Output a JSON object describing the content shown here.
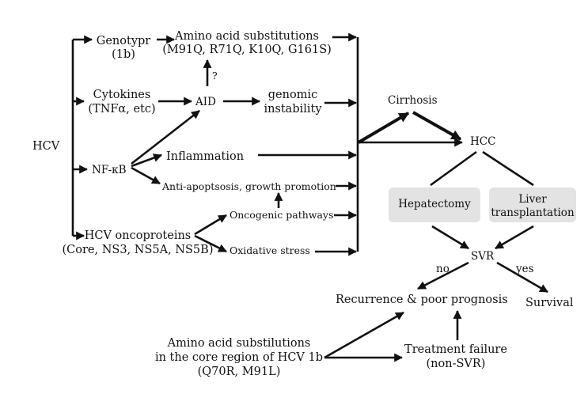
{
  "diagram": {
    "hcv": "HCV",
    "genotype": [
      "Genotypr",
      "(1b)"
    ],
    "amino_acid_subs": [
      "Amino acid substitutions",
      "(M91Q, R71Q, K10Q, G161S)"
    ],
    "question_mark": "?",
    "cytokines": [
      "Cytokines",
      "(TNFα, etc)"
    ],
    "aid": "AID",
    "genomic_instability": [
      "genomic",
      "instability"
    ],
    "nfkb": "NF-κB",
    "inflammation": "Inflammation",
    "anti_apoptosis": "Anti-apoptsosis, growth promotion",
    "oncogenic_pathways": "Oncogenic pathways",
    "hcv_oncoproteins": [
      "HCV oncoproteins",
      "(Core, NS3, NS5A, NS5B)"
    ],
    "oxidative_stress": "Oxidative stress",
    "cirrhosis": "Cirrhosis",
    "hcc": "HCC",
    "hepatectomy": "Hepatectomy",
    "liver_transplantation": [
      "Liver",
      "transplantation"
    ],
    "svr": "SVR",
    "no": "no",
    "yes": "yes",
    "recurrence": "Recurrence & poor prognosis",
    "survival": "Survival",
    "core_region_subs": [
      "Amino acid substilutions",
      "in the core region of HCV 1b",
      "(Q70R, M91L)"
    ],
    "treatment_failure": [
      "Treatment failure",
      "(non-SVR)"
    ]
  }
}
